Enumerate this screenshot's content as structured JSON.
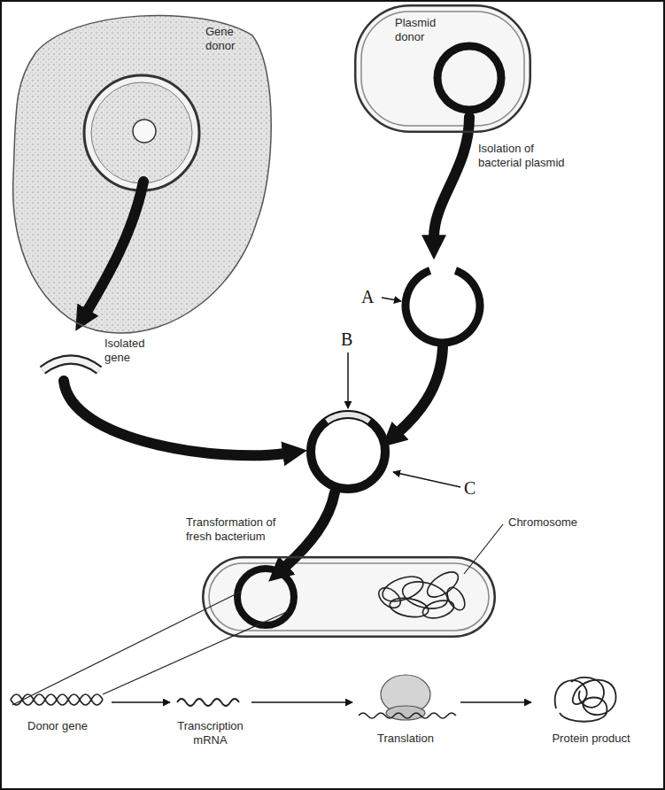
{
  "diagram": {
    "nodes": [
      {
        "text": [
          "Gene donor"
        ]
      },
      {
        "text": [
          "Plasmid donor"
        ]
      },
      {
        "text": [
          "Transformation of fresh bacterium"
        ]
      }
    ],
    "labels": [
      "Isolation of bacterial plasmid",
      "A",
      "Isolated gene",
      "B",
      "C",
      "Chromosome",
      "Donor gene",
      "Transcription mRNA",
      "Translation",
      "Protein product"
    ]
  }
}
